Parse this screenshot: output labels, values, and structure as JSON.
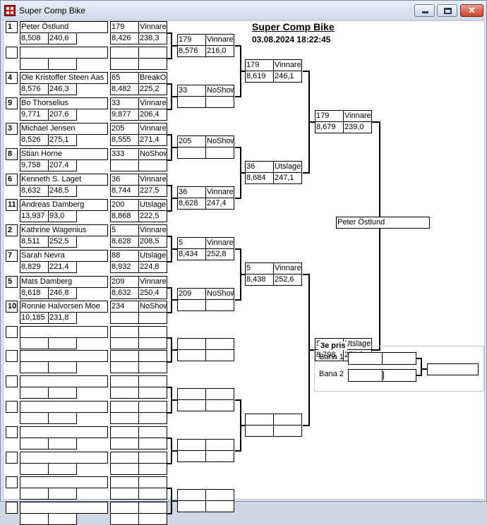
{
  "window": {
    "title": "Super Comp Bike",
    "minimize_icon": "minimize-icon",
    "maximize_icon": "maximize-icon",
    "close_icon": "close-icon"
  },
  "header": {
    "title": "Super Comp Bike",
    "datetime": "03.08.2024 18:22:45"
  },
  "round1": [
    {
      "seed": "1",
      "name": "Peter Östlund",
      "time": "8,508",
      "speed": "240,6"
    },
    {
      "seed": "",
      "name": "",
      "time": "",
      "speed": ""
    },
    {
      "seed": "4",
      "name": "Ole Kristoffer Steen Aas",
      "time": "8,576",
      "speed": "246,3"
    },
    {
      "seed": "9",
      "name": "Bo Thorselius",
      "time": "9,771",
      "speed": "207,6"
    },
    {
      "seed": "3",
      "name": "Michael Jensen",
      "time": "8,526",
      "speed": "275,1"
    },
    {
      "seed": "8",
      "name": "Stian Horne",
      "time": "9,758",
      "speed": "207,4"
    },
    {
      "seed": "6",
      "name": "Kenneth S. Laget",
      "time": "8,632",
      "speed": "248,5"
    },
    {
      "seed": "11",
      "name": "Andreas Damberg",
      "time": "13,937",
      "speed": "93,0"
    },
    {
      "seed": "2",
      "name": "Kathrine Wagenius",
      "time": "8,511",
      "speed": "252,5"
    },
    {
      "seed": "7",
      "name": "Sarah Nevra",
      "time": "8,829",
      "speed": "221,4"
    },
    {
      "seed": "5",
      "name": "Mats Damberg",
      "time": "8,618",
      "speed": "246,8"
    },
    {
      "seed": "10",
      "name": "Ronnie Halvorsen Moe",
      "time": "10,185",
      "speed": "231,8"
    },
    {
      "seed": "",
      "name": "",
      "time": "",
      "speed": ""
    },
    {
      "seed": "",
      "name": "",
      "time": "",
      "speed": ""
    },
    {
      "seed": "",
      "name": "",
      "time": "",
      "speed": ""
    },
    {
      "seed": "",
      "name": "",
      "time": "",
      "speed": ""
    },
    {
      "seed": "",
      "name": "",
      "time": "",
      "speed": ""
    },
    {
      "seed": "",
      "name": "",
      "time": "",
      "speed": ""
    },
    {
      "seed": "",
      "name": "",
      "time": "",
      "speed": ""
    },
    {
      "seed": "",
      "name": "",
      "time": "",
      "speed": ""
    }
  ],
  "round2": [
    {
      "number": "179",
      "result": "Vinnare",
      "time": "8,426",
      "speed": "238,3"
    },
    {
      "number": "",
      "result": "",
      "time": "",
      "speed": ""
    },
    {
      "number": "65",
      "result": "BreakOut",
      "time": "8,482",
      "speed": "225,2"
    },
    {
      "number": "33",
      "result": "Vinnare",
      "time": "9,877",
      "speed": "206,4"
    },
    {
      "number": "205",
      "result": "Vinnare",
      "time": "8,555",
      "speed": "271,4"
    },
    {
      "number": "333",
      "result": "NoShow",
      "time": "",
      "speed": ""
    },
    {
      "number": "36",
      "result": "Vinnare",
      "time": "8,744",
      "speed": "227,5"
    },
    {
      "number": "200",
      "result": "Utslagen",
      "time": "8,868",
      "speed": "222,5"
    },
    {
      "number": "5",
      "result": "Vinnare",
      "time": "8,628",
      "speed": "208,5"
    },
    {
      "number": "88",
      "result": "Utslagen",
      "time": "8,932",
      "speed": "224,8"
    },
    {
      "number": "209",
      "result": "Vinnare",
      "time": "8,632",
      "speed": "250,4"
    },
    {
      "number": "234",
      "result": "NoShow",
      "time": "",
      "speed": ""
    },
    {
      "number": "",
      "result": "",
      "time": "",
      "speed": ""
    },
    {
      "number": "",
      "result": "",
      "time": "",
      "speed": ""
    },
    {
      "number": "",
      "result": "",
      "time": "",
      "speed": ""
    },
    {
      "number": "",
      "result": "",
      "time": "",
      "speed": ""
    },
    {
      "number": "",
      "result": "",
      "time": "",
      "speed": ""
    },
    {
      "number": "",
      "result": "",
      "time": "",
      "speed": ""
    },
    {
      "number": "",
      "result": "",
      "time": "",
      "speed": ""
    },
    {
      "number": "",
      "result": "",
      "time": "",
      "speed": ""
    }
  ],
  "round3": [
    {
      "number": "179",
      "result": "Vinnare",
      "time": "8,576",
      "speed": "216,0"
    },
    {
      "number": "33",
      "result": "NoShow",
      "time": "",
      "speed": ""
    },
    {
      "number": "205",
      "result": "NoShow",
      "time": "",
      "speed": ""
    },
    {
      "number": "36",
      "result": "Vinnare",
      "time": "8,628",
      "speed": "247,4"
    },
    {
      "number": "5",
      "result": "Vinnare",
      "time": "8,434",
      "speed": "252,8"
    },
    {
      "number": "209",
      "result": "NoShow",
      "time": "",
      "speed": ""
    },
    {
      "number": "",
      "result": "",
      "time": "",
      "speed": ""
    },
    {
      "number": "",
      "result": "",
      "time": "",
      "speed": ""
    },
    {
      "number": "",
      "result": "",
      "time": "",
      "speed": ""
    },
    {
      "number": "",
      "result": "",
      "time": "",
      "speed": ""
    }
  ],
  "round4": [
    {
      "number": "179",
      "result": "Vinnare",
      "time": "8,619",
      "speed": "246,1"
    },
    {
      "number": "36",
      "result": "Utslagen",
      "time": "8,684",
      "speed": "247,1"
    },
    {
      "number": "5",
      "result": "Vinnare",
      "time": "8,438",
      "speed": "252,6"
    },
    {
      "number": "",
      "result": "",
      "time": "",
      "speed": ""
    }
  ],
  "round5": [
    {
      "number": "179",
      "result": "Vinnare",
      "time": "8,679",
      "speed": "239,0"
    },
    {
      "number": "5",
      "result": "Utslagen",
      "time": "8,798",
      "speed": "252,5"
    }
  ],
  "winner": "Peter Östlund",
  "third_place": {
    "title": "3e pris",
    "lane1_label": "Bana 1",
    "lane2_label": "Bana 2",
    "lane1": {
      "a": "",
      "b": ""
    },
    "lane2": {
      "a": "",
      "b": ""
    },
    "result": ""
  }
}
